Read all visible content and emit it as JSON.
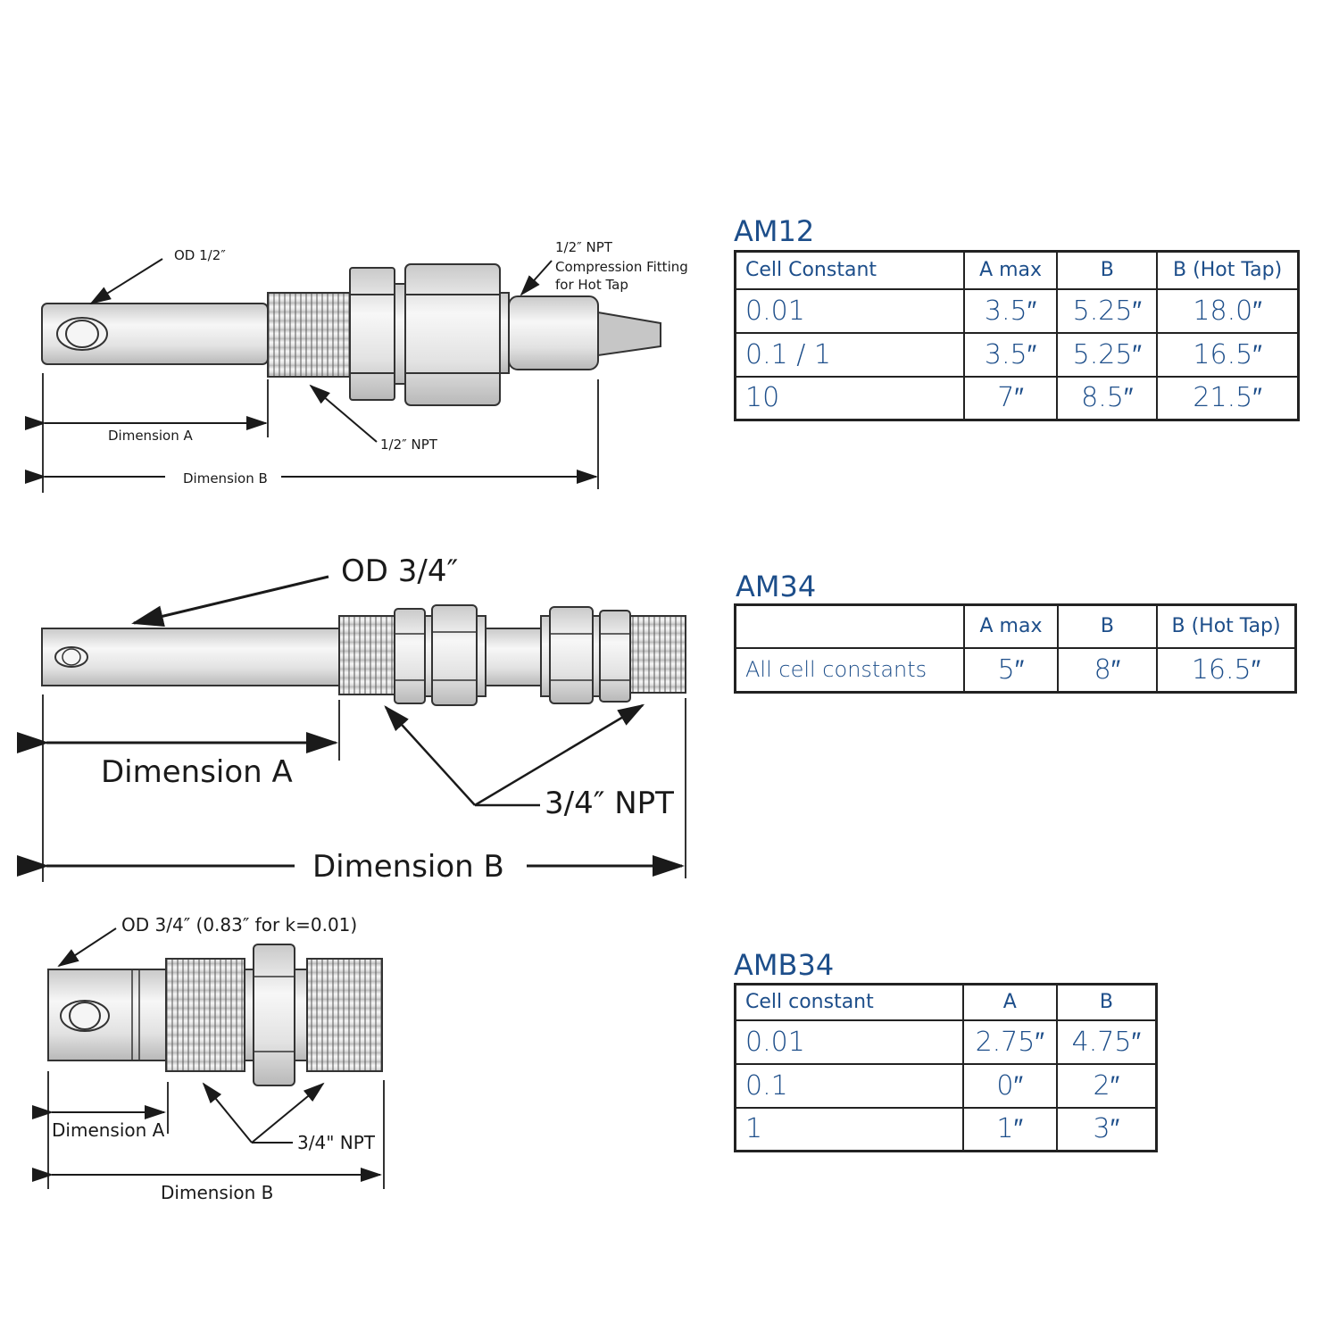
{
  "am12": {
    "title": "AM12",
    "drawing_labels": {
      "od": "OD 1/2″",
      "fitting_line1": "1/2″ NPT",
      "fitting_line2": "Compression Fitting",
      "fitting_line3": "for Hot Tap",
      "npt": "1/2″ NPT",
      "dim_a": "Dimension A",
      "dim_b": "Dimension B"
    },
    "headers": [
      "Cell Constant",
      "A max",
      "B",
      "B (Hot Tap)"
    ],
    "rows": [
      [
        "0.01",
        "3.5″",
        "5.25″",
        "18.0″"
      ],
      [
        "0.1 / 1",
        "3.5″",
        "5.25″",
        "16.5″"
      ],
      [
        "10",
        "7″",
        "8.5″",
        "21.5″"
      ]
    ]
  },
  "am34": {
    "title": "AM34",
    "drawing_labels": {
      "od": "OD 3/4″",
      "npt": "3/4″ NPT",
      "dim_a": "Dimension A",
      "dim_b": "Dimension B"
    },
    "headers": [
      "",
      "A max",
      "B",
      "B (Hot Tap)"
    ],
    "rows": [
      [
        "All cell constants",
        "5″",
        "8″",
        "16.5″"
      ]
    ]
  },
  "amb34": {
    "title": "AMB34",
    "drawing_labels": {
      "od": "OD 3/4″ (0.83″ for k=0.01)",
      "npt": "3/4\" NPT",
      "dim_a": "Dimension A",
      "dim_b": "Dimension B"
    },
    "headers": [
      "Cell constant",
      "A",
      "B"
    ],
    "rows": [
      [
        "0.01",
        "2.75″",
        "4.75″"
      ],
      [
        "0.1",
        "0″",
        "2″"
      ],
      [
        "1",
        "1″",
        "3″"
      ]
    ]
  },
  "colors": {
    "table_text": "#1d4e8a",
    "line": "#1a1a1a",
    "body_fill": "#eeeeee",
    "fitting_fill": "#dddddd"
  }
}
